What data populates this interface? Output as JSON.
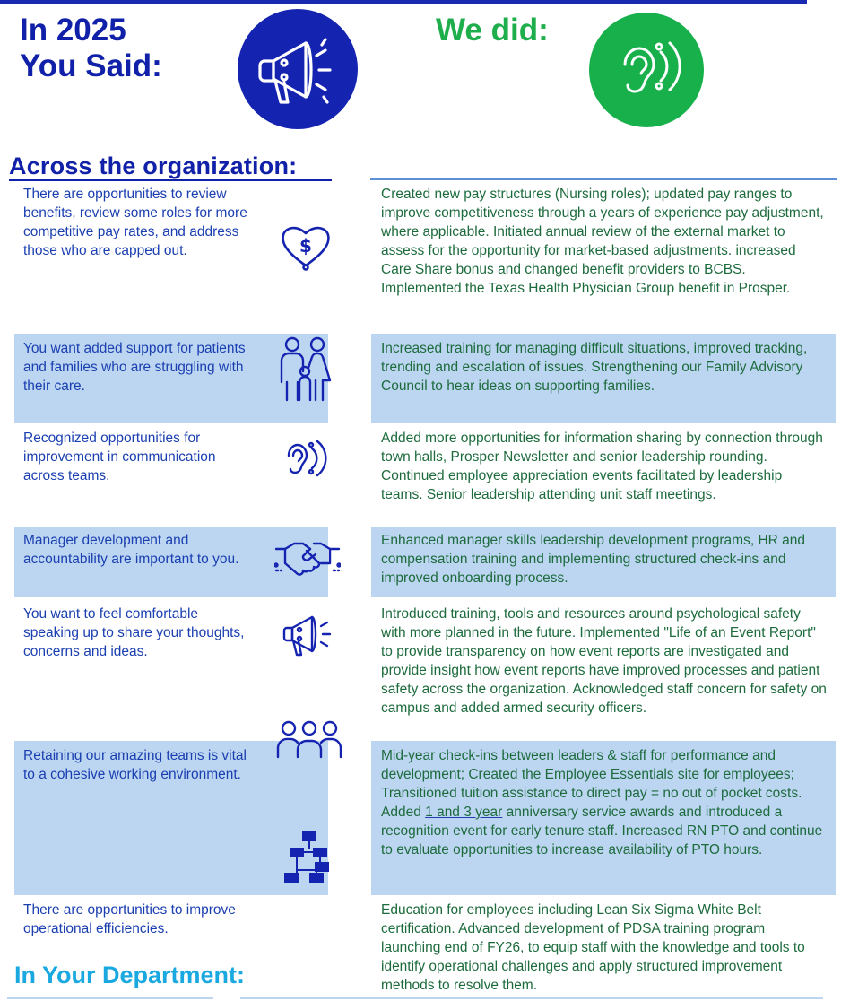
{
  "header": {
    "said_line1": "In 2025",
    "said_line2": "You Said:",
    "did": "We did:"
  },
  "section_title": "Across the organization:",
  "rows": [
    {
      "said": "There are opportunities to review benefits, review some roles for more competitive pay rates, and address those who are capped out.",
      "did": "Created new pay structures (Nursing roles); updated pay ranges to improve competitiveness through a years of experience pay adjustment, where applicable. Initiated annual review of the external market to assess for the opportunity for market-based adjustments. increased Care Share bonus and changed benefit providers to BCBS.  Implemented the Texas Health Physician Group benefit in Prosper.",
      "icon": "heart-dollar-icon"
    },
    {
      "said": "You want added support for patients and families who are struggling with their care.",
      "did": "Increased training for managing difficult situations, improved tracking, trending and escalation of issues.  Strengthening our Family Advisory Council to hear ideas on supporting families.",
      "icon": "family-icon"
    },
    {
      "said": "Recognized opportunities for improvement in communication across teams.",
      "did": "Added more opportunities for information sharing by connection through town halls, Prosper Newsletter and senior leadership rounding.  Continued employee appreciation events facilitated by leadership teams. Senior leadership attending unit staff meetings.",
      "icon": "ear-icon"
    },
    {
      "said": "Manager development and accountability are important to you.",
      "did": "Enhanced manager skills leadership development programs, HR and compensation training and implementing structured check-ins and improved onboarding process.",
      "icon": "handshake-icon"
    },
    {
      "said": "You want to feel comfortable speaking up to share your thoughts, concerns and ideas.",
      "did": "Introduced training, tools and resources around psychological safety with more planned in the future. Implemented \"Life of an Event Report\" to provide transparency on how event reports are investigated and provide insight how event reports have improved processes and patient safety across the organization. Acknowledged staff concern for safety on campus and added armed security officers.",
      "icon": "megaphone-icon"
    },
    {
      "said": "Retaining our amazing teams is vital to a cohesive working environment.",
      "did_before": "Mid-year check-ins between leaders & staff for performance and development; Created the Employee Essentials site for employees;  Transitioned tuition assistance to direct pay = no out of pocket costs. Added ",
      "did_link": "1 and 3 year",
      "did_after": " anniversary service awards and introduced a recognition event for early tenure staff. Increased RN PTO and continue to evaluate opportunities to increase availability of PTO hours.",
      "icon": "team-icon"
    },
    {
      "said": "There are opportunities to improve operational efficiencies.",
      "did": "Education for employees including Lean Six Sigma White Belt certification. Advanced development of PDSA training program launching end of FY26, to equip staff with the knowledge and tools to identify operational challenges and apply structured improvement methods to resolve them.",
      "icon": "flowchart-icon"
    }
  ],
  "footer_title": "In Your Department:",
  "colors": {
    "blue": "#1524b0",
    "green": "#17b04b",
    "band": "#bcd6f2",
    "left_text": "#1a3fb0",
    "right_text": "#1d6b3d",
    "dept": "#19a9e0"
  }
}
